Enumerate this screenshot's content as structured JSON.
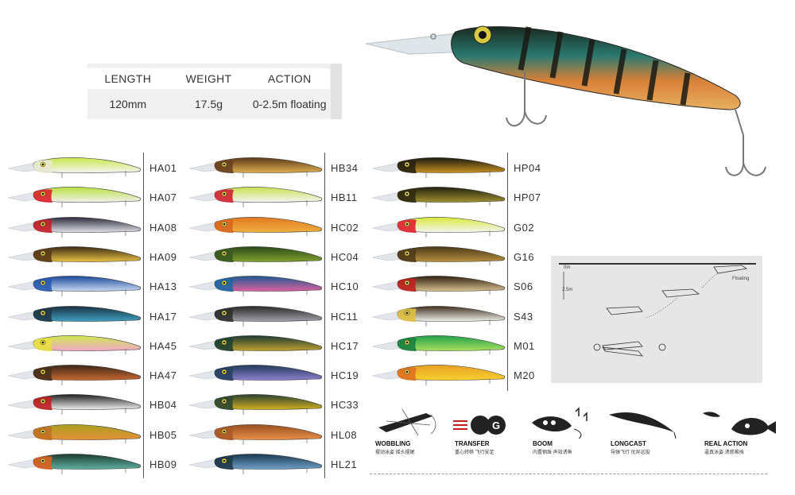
{
  "spec": {
    "headers": [
      "LENGTH",
      "WEIGHT",
      "ACTION"
    ],
    "values": [
      "120mm",
      "17.5g",
      "0-2.5m floating"
    ]
  },
  "columns": [
    [
      {
        "code": "HA01",
        "back": "#c8e84a",
        "belly": "#f4f4f0",
        "head": "#e8e8d0"
      },
      {
        "code": "HA07",
        "back": "#b8e040",
        "belly": "#f0f0ec",
        "head": "#d8202a"
      },
      {
        "code": "HA08",
        "back": "#2a2a3a",
        "belly": "#e0e0e8",
        "head": "#c8202a"
      },
      {
        "code": "HA09",
        "back": "#3a2a18",
        "belly": "#e8c040",
        "head": "#5a3a18"
      },
      {
        "code": "HA13",
        "back": "#1a4a9a",
        "belly": "#c8d8f0",
        "head": "#2a5ab0"
      },
      {
        "code": "HA17",
        "back": "#1a3040",
        "belly": "#40a0c0",
        "head": "#203848"
      },
      {
        "code": "HA45",
        "back": "#d0e850",
        "belly": "#f0a8c8",
        "head": "#e8e040"
      },
      {
        "code": "HA47",
        "back": "#3a2818",
        "belly": "#c86830",
        "head": "#4a3018"
      },
      {
        "code": "HB04",
        "back": "#202020",
        "belly": "#f0f0f0",
        "head": "#c02020"
      },
      {
        "code": "HB05",
        "back": "#a8a020",
        "belly": "#e89038",
        "head": "#c07020"
      },
      {
        "code": "HB09",
        "back": "#1a3a30",
        "belly": "#60b0a0",
        "head": "#e06020"
      }
    ],
    [
      {
        "code": "HB34",
        "back": "#5a3818",
        "belly": "#e0b050",
        "head": "#6a4020"
      },
      {
        "code": "HB11",
        "back": "#c8e050",
        "belly": "#f4f4f4",
        "head": "#d02030"
      },
      {
        "code": "HC02",
        "back": "#e07820",
        "belly": "#f0b040",
        "head": "#d86820"
      },
      {
        "code": "HC04",
        "back": "#2a4a18",
        "belly": "#80a030",
        "head": "#3a5a20"
      },
      {
        "code": "HC10",
        "back": "#1a5a90",
        "belly": "#e060a0",
        "head": "#2068a0"
      },
      {
        "code": "HC11",
        "back": "#2a2a2a",
        "belly": "#a0a0a8",
        "head": "#303030"
      },
      {
        "code": "HC17",
        "back": "#1a3a30",
        "belly": "#c0a030",
        "head": "#204030"
      },
      {
        "code": "HC19",
        "back": "#203a58",
        "belly": "#9080d0",
        "head": "#284060"
      },
      {
        "code": "HC33",
        "back": "#2a4030",
        "belly": "#d0b020",
        "head": "#304830"
      },
      {
        "code": "HL08",
        "back": "#9a5020",
        "belly": "#e89048",
        "head": "#a85828"
      },
      {
        "code": "HL21",
        "back": "#1a3850",
        "belly": "#70a0c8",
        "head": "#203848"
      }
    ],
    [
      {
        "code": "HP04",
        "back": "#1a1a10",
        "belly": "#c89020",
        "head": "#2a2410"
      },
      {
        "code": "HP07",
        "back": "#202010",
        "belly": "#a09030",
        "head": "#302a10"
      },
      {
        "code": "G02",
        "back": "#d8e838",
        "belly": "#f4f4f4",
        "head": "#e02030"
      },
      {
        "code": "G16",
        "back": "#4a3818",
        "belly": "#b89040",
        "head": "#503c18"
      },
      {
        "code": "S06",
        "back": "#302010",
        "belly": "#d8c090",
        "head": "#c02020"
      },
      {
        "code": "S43",
        "back": "#403020",
        "belly": "#f0f0ec",
        "head": "#e0c040"
      },
      {
        "code": "M01",
        "back": "#20a048",
        "belly": "#a8e060",
        "head": "#188040"
      },
      {
        "code": "M20",
        "back": "#e8a020",
        "belly": "#f8d030",
        "head": "#e07020"
      }
    ]
  ],
  "diagram": {
    "depth_top": "0m",
    "depth_bottom": "2.5m",
    "floating": "Floating"
  },
  "features": [
    {
      "label": "WOBBLING",
      "sub": "摆动泳姿 摇头摆尾"
    },
    {
      "label": "TRANSFER",
      "sub": "重心转移 飞行安定"
    },
    {
      "label": "BOOM",
      "sub": "内置钢珠 声效诱鱼"
    },
    {
      "label": "LONGCAST",
      "sub": "导弹飞行 优异远投"
    },
    {
      "label": "REAL ACTION",
      "sub": "逼真泳姿 诱惑难挡"
    }
  ]
}
